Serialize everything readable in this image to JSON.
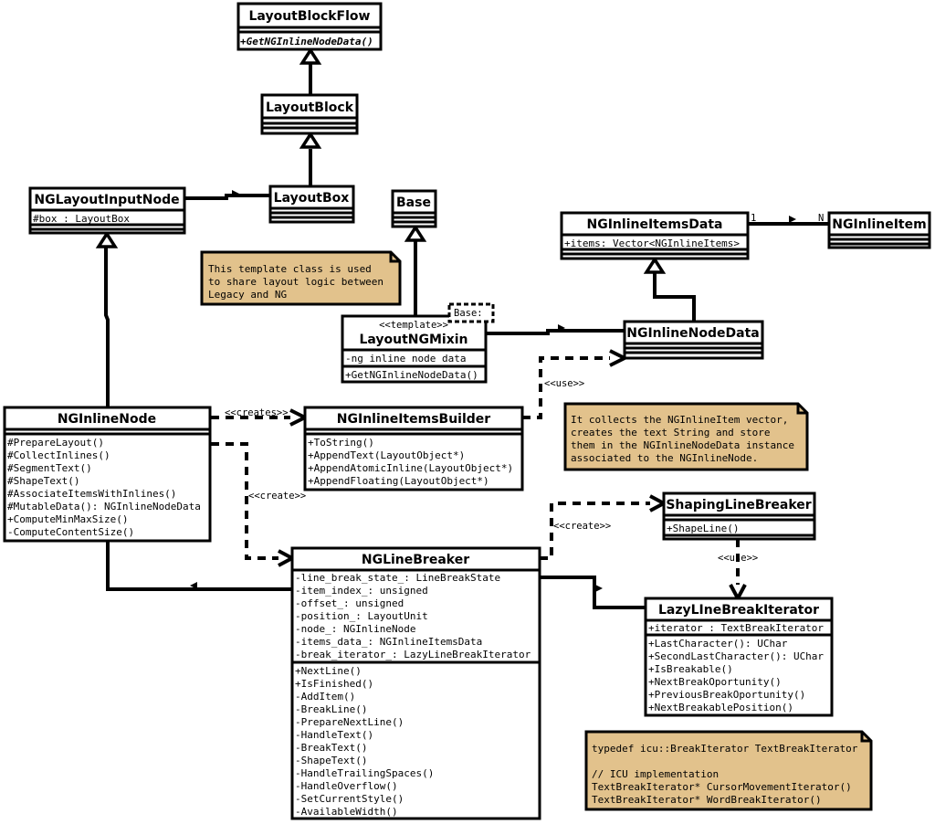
{
  "classes": {
    "layout_block_flow": {
      "name": "LayoutBlockFlow",
      "methods": [
        "+GetNGInlineNodeData()"
      ]
    },
    "layout_block": {
      "name": "LayoutBlock"
    },
    "layout_box": {
      "name": "LayoutBox"
    },
    "ng_layout_input_node": {
      "name": "NGLayoutInputNode",
      "attributes": [
        "#box : LayoutBox"
      ]
    },
    "base": {
      "name": "Base"
    },
    "layout_ng_mixin": {
      "stereotype": "<<template>>",
      "template_param": "Base:",
      "name": "LayoutNGMixin",
      "attributes": [
        "-ng inline node data"
      ],
      "methods": [
        "+GetNGInlineNodeData()"
      ]
    },
    "ng_inline_items_data": {
      "name": "NGInlineItemsData",
      "attributes": [
        "+items: Vector<NGInlineItems>"
      ]
    },
    "ng_inline_item": {
      "name": "NGInlineItem"
    },
    "ng_inline_node_data": {
      "name": "NGInlineNodeData"
    },
    "ng_inline_node": {
      "name": "NGInlineNode",
      "methods": [
        "#PrepareLayout()",
        "#CollectInlines()",
        "#SegmentText()",
        "#ShapeText()",
        "#AssociateItemsWithInlines()",
        "#MutableData(): NGInlineNodeData",
        "+ComputeMinMaxSize()",
        "-ComputeContentSize()"
      ]
    },
    "ng_inline_items_builder": {
      "name": "NGInlineItemsBuilder",
      "methods": [
        "+ToString()",
        "+AppendText(LayoutObject*)",
        "+AppendAtomicInline(LayoutObject*)",
        "+AppendFloating(LayoutObject*)"
      ]
    },
    "shaping_line_breaker": {
      "name": "ShapingLineBreaker",
      "methods": [
        "+ShapeLine()"
      ]
    },
    "ng_line_breaker": {
      "name": "NGLineBreaker",
      "attributes": [
        "-line_break_state_: LineBreakState",
        "-item_index_: unsigned",
        "-offset_: unsigned",
        "-position_: LayoutUnit",
        "-node_: NGInlineNode",
        "-items_data_: NGInlineItemsData",
        "-break_iterator_: LazyLineBreakIterator"
      ],
      "methods": [
        "+NextLine()",
        "+IsFinished()",
        "-AddItem()",
        "-BreakLine()",
        "-PrepareNextLine()",
        "-HandleText()",
        "-BreakText()",
        "-ShapeText()",
        "-HandleTrailingSpaces()",
        "-HandleOverflow()",
        "-SetCurrentStyle()",
        "-AvailableWidth()"
      ]
    },
    "lazy_line_break_iterator": {
      "name": "LazyLIneBreakIterator",
      "attributes": [
        "+iterator : TextBreakIterator"
      ],
      "methods": [
        "+LastCharacter(): UChar",
        "+SecondLastCharacter(): UChar",
        "+IsBreakable()",
        "+NextBreakOportunity()",
        "+PreviousBreakOportunity()",
        "+NextBreakablePosition()"
      ]
    }
  },
  "notes": {
    "template_note": [
      "This template class is used",
      "to share layout logic between",
      "Legacy and NG"
    ],
    "collect_note": [
      "It collects the NGInlineItem vector,",
      "creates the text String and store",
      "them in the NGInlineNodeData instance",
      "associated to the NGInlineNode."
    ],
    "icu_note": [
      "typedef icu::BreakIterator TextBreakIterator",
      "",
      "// ICU implementation",
      "TextBreakIterator* CursorMovementIterator()",
      "TextBreakIterator* WordBreakIterator()"
    ]
  },
  "edge_labels": {
    "creates": "<<creates>>",
    "create_1": "<<create>>",
    "create_2": "<<create>>",
    "use_1": "<<use>>",
    "use_2": "<<use>>",
    "mult_one": "1",
    "mult_n": "N"
  },
  "colors": {
    "note_fill": "#e2c28c",
    "line": "#000000",
    "box_fill": "#ffffff"
  }
}
